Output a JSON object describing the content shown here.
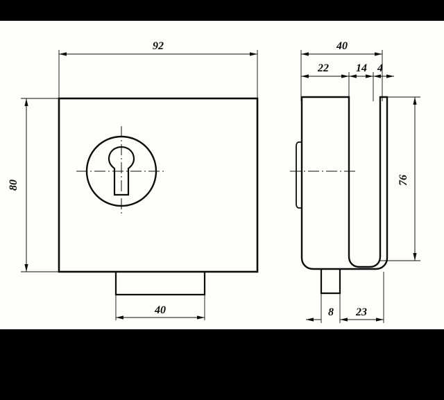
{
  "sheet": {
    "title": "Mechanical part technical drawing",
    "background_color": "#fdfdfa",
    "letterbox_color": "#000000",
    "line_color": "#0d0d0d"
  },
  "views": {
    "front": {
      "name": "front-elevation",
      "description": "Square face plate with circular escutcheon and keyhole, lower mounting tab"
    },
    "side": {
      "name": "side-elevation",
      "description": "U-shaped channel profile with left boss and lower pin"
    }
  },
  "dimensions": {
    "front_width": "92",
    "front_height": "80",
    "front_tab_width": "40",
    "side_total_depth": "40",
    "side_body_depth": "22",
    "side_gap": "14",
    "side_arm_thickness": "4",
    "side_height": "76",
    "side_pin_width": "8",
    "side_pin_offset": "23"
  },
  "chart_data": {
    "type": "table",
    "title": "Dimension callouts (mm)",
    "categories": [
      "92",
      "80",
      "40",
      "40",
      "22",
      "14",
      "4",
      "76",
      "8",
      "23"
    ],
    "values": [
      92,
      80,
      40,
      40,
      22,
      14,
      4,
      76,
      8,
      23
    ]
  }
}
